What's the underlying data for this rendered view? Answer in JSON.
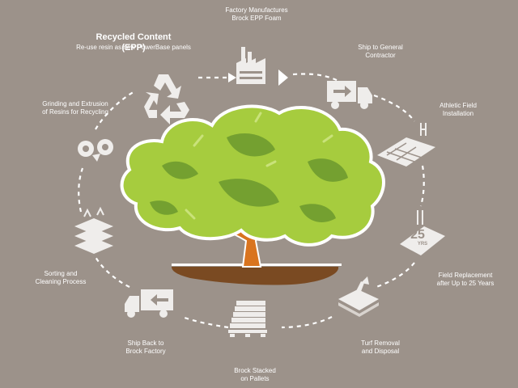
{
  "colors": {
    "background": "#9c928a",
    "icon": "#efedeb",
    "dash": "#ffffff",
    "foliage_light": "#a6cc3e",
    "foliage_dark": "#74a030",
    "trunk": "#d9741f",
    "soil": "#7a4a22"
  },
  "title": "Recycled Content (EPP)",
  "subtitle": "Re-use resin as new PowerBase panels",
  "steps": [
    {
      "label": "Factory Manufactures\nBrock EPP Foam",
      "icon": "factory-icon"
    },
    {
      "label": "Ship to General\nContractor",
      "icon": "truck-icon"
    },
    {
      "label": "Athletic Field\nInstallation",
      "icon": "field-panels-icon"
    },
    {
      "label": "Field Replacement\nafter Up to 25 Years",
      "icon": "calendar-25-years-icon"
    },
    {
      "label": "Turf Removal\nand Disposal",
      "icon": "turf-removal-icon"
    },
    {
      "label": "Brock Stacked\non Pallets",
      "icon": "pallet-stack-icon"
    },
    {
      "label": "Ship Back to\nBrock Factory",
      "icon": "truck-back-icon"
    },
    {
      "label": "Sorting and\nCleaning Process",
      "icon": "sorting-icon"
    },
    {
      "label": "Grinding and Extrusion\nof Resins for Recycling",
      "icon": "grinder-icon"
    }
  ],
  "calendar_number": "25",
  "calendar_unit": "YRS",
  "recycle_icon": "recycle-icon"
}
